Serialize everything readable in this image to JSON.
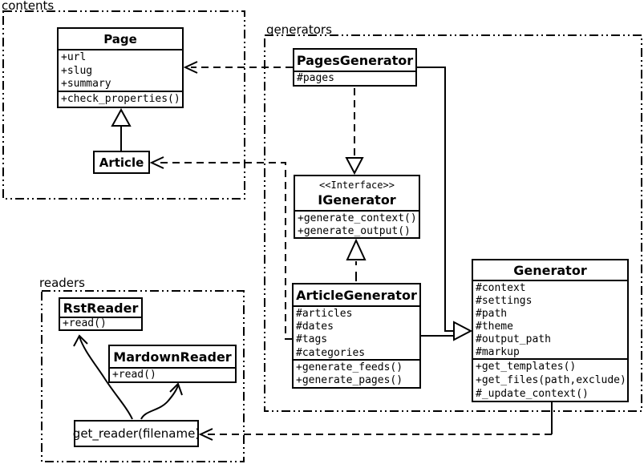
{
  "diagram_type": "uml-class-diagram",
  "colors": {
    "line": "#000000",
    "background": "#ffffff",
    "box_fill": "#ffffff",
    "text": "#000000"
  },
  "packages": {
    "contents": {
      "label": "contents"
    },
    "generators": {
      "label": "generators"
    },
    "readers": {
      "label": "readers"
    }
  },
  "classes": {
    "page": {
      "title": "Page",
      "attributes": [
        "+url",
        "+slug",
        "+summary"
      ],
      "methods": [
        "+check_properties()"
      ]
    },
    "article": {
      "title": "Article"
    },
    "pages_generator": {
      "title": "PagesGenerator",
      "attributes": [
        "#pages"
      ]
    },
    "igenerator": {
      "stereotype": "<<Interface>>",
      "title": "IGenerator",
      "methods": [
        "+generate_context()",
        "+generate_output()"
      ]
    },
    "article_generator": {
      "title": "ArticleGenerator",
      "attributes": [
        "#articles",
        "#dates",
        "#tags",
        "#categories"
      ],
      "methods": [
        "+generate_feeds()",
        "+generate_pages()"
      ]
    },
    "generator": {
      "title": "Generator",
      "attributes": [
        "#context",
        "#settings",
        "#path",
        "#theme",
        "#output_path",
        "#markup"
      ],
      "methods": [
        "+get_templates()",
        "+get_files(path,exclude)",
        "#_update_context()"
      ]
    },
    "rst_reader": {
      "title": "RstReader",
      "methods": [
        "+read()"
      ]
    },
    "mardown_reader": {
      "title": "MardownReader",
      "methods": [
        "+read()"
      ]
    },
    "get_reader": {
      "title": "get_reader(filename)"
    }
  },
  "relations": [
    {
      "from": "Article",
      "to": "Page",
      "type": "generalization"
    },
    {
      "from": "PagesGenerator",
      "to": "Page",
      "type": "dashed-dependency"
    },
    {
      "from": "PagesGenerator",
      "to": "IGenerator",
      "type": "realization"
    },
    {
      "from": "ArticleGenerator",
      "to": "IGenerator",
      "type": "realization"
    },
    {
      "from": "PagesGenerator",
      "to": "Generator",
      "type": "generalization"
    },
    {
      "from": "ArticleGenerator",
      "to": "Generator",
      "type": "generalization"
    },
    {
      "from": "ArticleGenerator",
      "to": "Article",
      "type": "dashed-dependency"
    },
    {
      "from": "Generator",
      "to": "get_reader(filename)",
      "type": "dashed-dependency"
    },
    {
      "from": "get_reader(filename)",
      "to": "RstReader",
      "type": "curved-arrow"
    },
    {
      "from": "get_reader(filename)",
      "to": "MardownReader",
      "type": "curved-arrow"
    }
  ]
}
